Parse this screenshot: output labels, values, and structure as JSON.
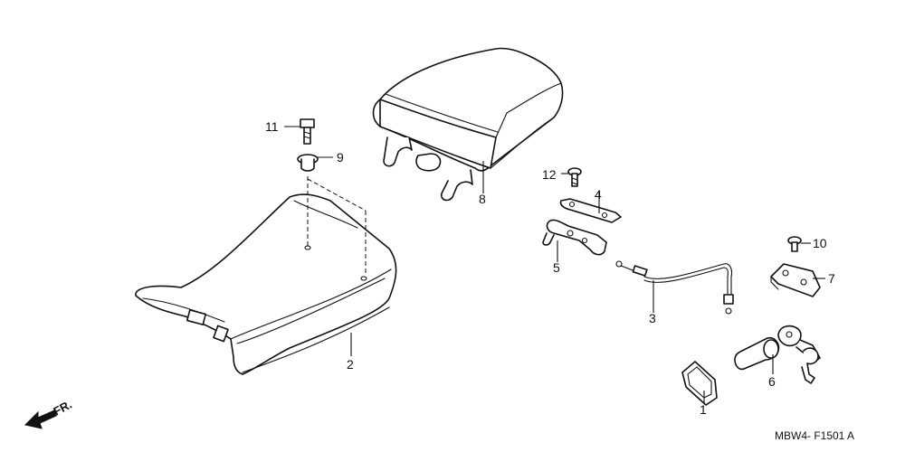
{
  "callouts": {
    "c1": "1",
    "c2": "2",
    "c3": "3",
    "c4": "4",
    "c5": "5",
    "c6": "6",
    "c7": "7",
    "c8": "8",
    "c9": "9",
    "c10": "10",
    "c11": "11",
    "c12": "12"
  },
  "direction_label": "FR.",
  "diagram_code": "MBW4- F1501 A"
}
